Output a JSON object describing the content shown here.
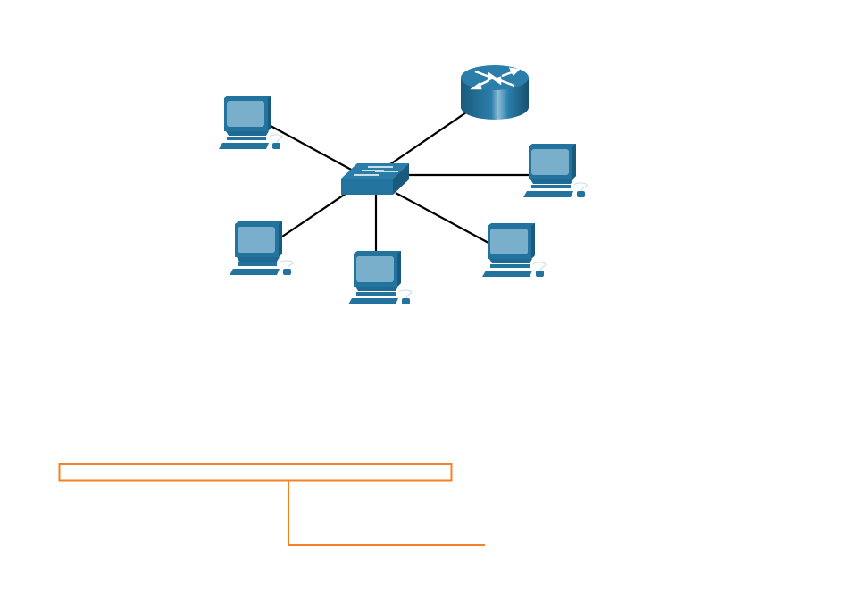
{
  "diagram": {
    "type": "star-topology",
    "colors": {
      "device": "#22739e",
      "device_dark": "#1a5a7d",
      "screen": "#7aafcc",
      "link": "#000000",
      "annotation": "#f58025"
    },
    "nodes": [
      {
        "id": "router",
        "kind": "router",
        "icon": "router-icon"
      },
      {
        "id": "switch",
        "kind": "switch",
        "icon": "switch-icon"
      },
      {
        "id": "pc-top-left",
        "kind": "pc",
        "icon": "computer-icon"
      },
      {
        "id": "pc-right",
        "kind": "pc",
        "icon": "computer-icon"
      },
      {
        "id": "pc-bottom-left",
        "kind": "pc",
        "icon": "computer-icon"
      },
      {
        "id": "pc-bottom",
        "kind": "pc",
        "icon": "computer-icon"
      },
      {
        "id": "pc-bottom-right",
        "kind": "pc",
        "icon": "computer-icon"
      }
    ],
    "links": [
      {
        "from": "switch",
        "to": "router"
      },
      {
        "from": "switch",
        "to": "pc-top-left"
      },
      {
        "from": "switch",
        "to": "pc-right"
      },
      {
        "from": "switch",
        "to": "pc-bottom-left"
      },
      {
        "from": "switch",
        "to": "pc-bottom"
      },
      {
        "from": "switch",
        "to": "pc-bottom-right"
      }
    ]
  }
}
